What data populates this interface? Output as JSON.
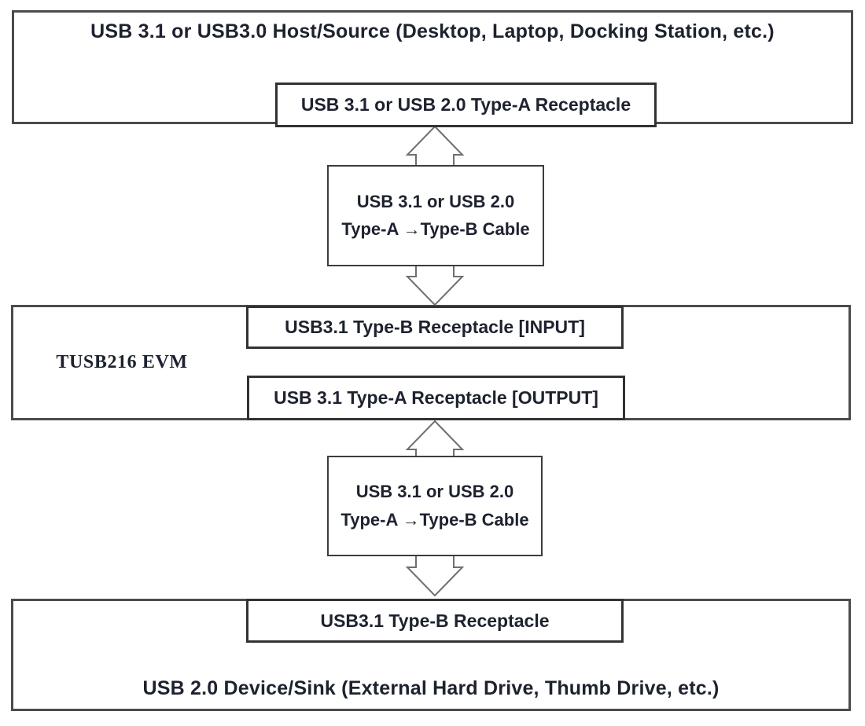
{
  "diagram": {
    "host": {
      "title": "USB 3.1 or USB3.0 Host/Source (Desktop, Laptop, Docking Station, etc.)",
      "receptacle": "USB 3.1 or USB 2.0 Type-A Receptacle"
    },
    "cable_top": {
      "line1": "USB 3.1 or USB 2.0",
      "line2": "Type-A →Type-B Cable"
    },
    "evm": {
      "label": "TUSB216 EVM",
      "input_receptacle": "USB3.1 Type-B Receptacle [INPUT]",
      "output_receptacle": "USB 3.1 Type-A Receptacle [OUTPUT]"
    },
    "cable_bottom": {
      "line1": "USB 3.1 or USB 2.0",
      "line2": "Type-A →Type-B Cable"
    },
    "device": {
      "receptacle": "USB3.1 Type-B Receptacle",
      "title": "USB 2.0 Device/Sink (External Hard Drive, Thumb Drive, etc.)"
    },
    "colors": {
      "background": "#ffffff",
      "outer_border": "#4b4b4b",
      "inner_border": "#323232",
      "arrow_outline": "#6f6f6f",
      "text": "#1d222e"
    }
  }
}
